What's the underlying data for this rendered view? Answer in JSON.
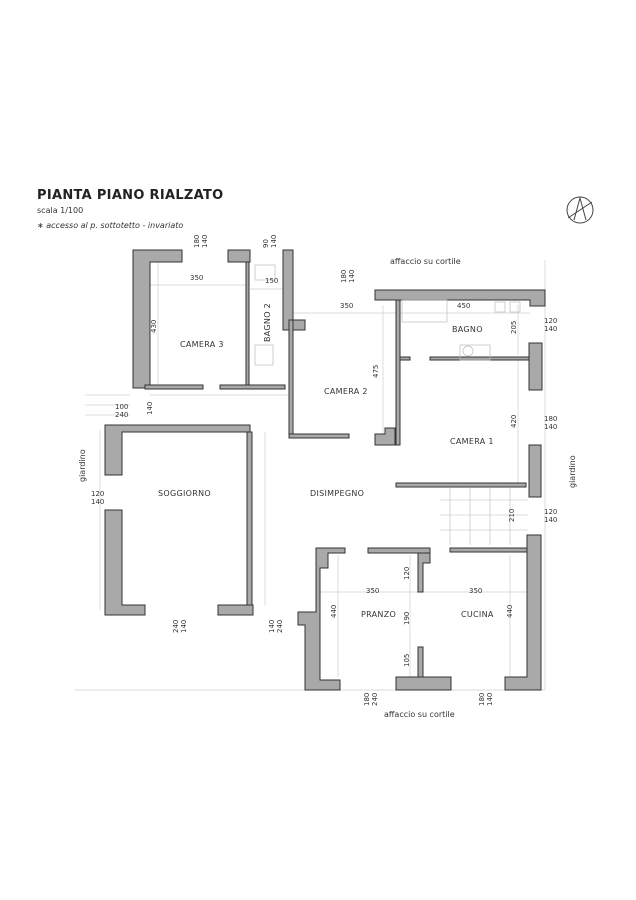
{
  "header": {
    "title": "PIANTA PIANO RIALZATO",
    "scale": "scala 1/100",
    "note": "∗ accesso al p. sottotetto - invariato"
  },
  "compass_icon": "north-arrow-icon",
  "colors": {
    "wall_fill": "#a9a9a9",
    "wall_stroke": "#333333",
    "dim_line": "#cfcfcf"
  },
  "rooms": {
    "camera3": "CAMERA 3",
    "bagno2": "BAGNO 2",
    "camera2": "CAMERA 2",
    "bagno": "BAGNO",
    "camera1": "CAMERA 1",
    "soggiorno": "SOGGIORNO",
    "disimpegno": "DISIMPEGNO",
    "pranzo": "PRANZO",
    "cucina": "CUCINA"
  },
  "annotations": {
    "cortile_top": "affaccio su cortile",
    "cortile_bottom": "affaccio su cortile",
    "giardino_left": "giardino",
    "giardino_right": "giardino"
  },
  "dimensions": {
    "cam3_width": "350",
    "cam3_height": "430",
    "cam3_window": [
      "180",
      "140"
    ],
    "bagno2_width": "150",
    "bagno2_window": [
      "90",
      "140"
    ],
    "cam2_width": "350",
    "cam2_height": "475",
    "cam2_window": [
      "180",
      "140"
    ],
    "bagno_width": "450",
    "bagno_height": "205",
    "bagno_window": [
      "120",
      "140"
    ],
    "cam1_height": "420",
    "cam1_window": [
      "180",
      "140"
    ],
    "corridor_depth": "210",
    "corridor_window": [
      "120",
      "140"
    ],
    "left_door": [
      "100",
      "240"
    ],
    "left_door_depth": "140",
    "soggiorno_window": [
      "120",
      "140"
    ],
    "soggiorno_bottom_left": [
      "240",
      "140"
    ],
    "soggiorno_bottom_right": [
      "140",
      "240"
    ],
    "pranzo_width": "350",
    "pranzo_height": "440",
    "partition_top": "120",
    "partition_door": "190",
    "partition_bottom": "105",
    "cucina_width": "350",
    "cucina_height": "440",
    "pranzo_window": [
      "180",
      "240"
    ],
    "cucina_window": [
      "180",
      "140"
    ]
  }
}
